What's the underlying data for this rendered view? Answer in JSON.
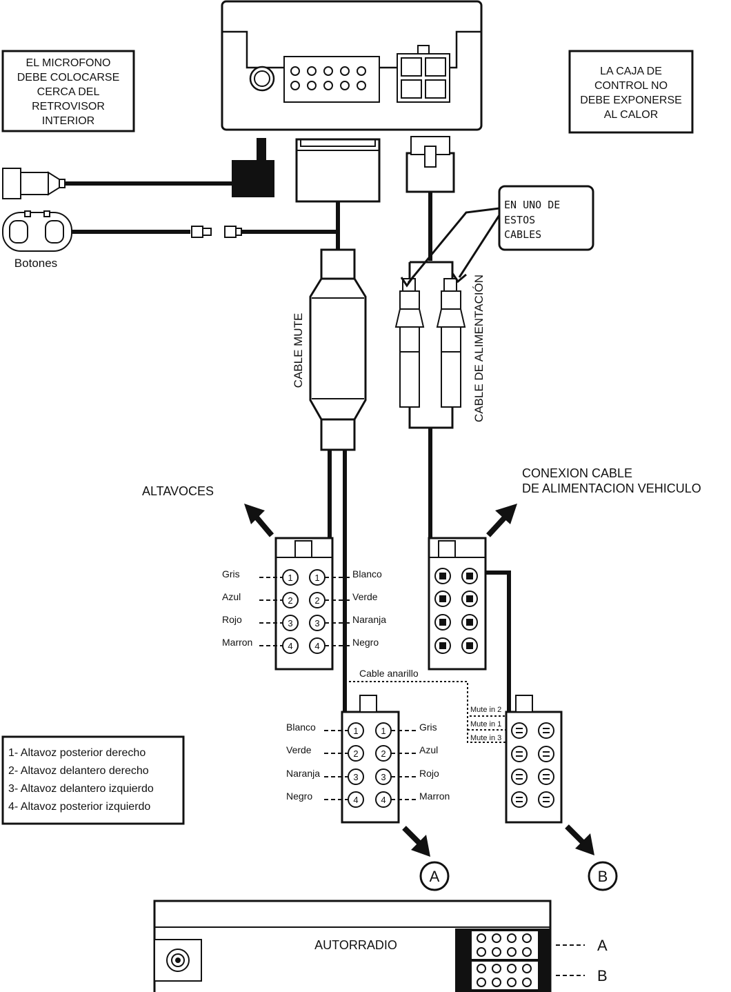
{
  "notes": {
    "microphone": [
      "EL MICROFONO",
      "DEBE COLOCARSE",
      "CERCA DEL",
      "RETROVISOR",
      "INTERIOR"
    ],
    "control_box": [
      "LA CAJA DE",
      "CONTROL NO",
      "DEBE EXPONERSE",
      "AL CALOR"
    ],
    "one_of_cables": [
      "EN UNO DE",
      "ESTOS",
      "CABLES"
    ]
  },
  "labels": {
    "buttons": "Botones",
    "mute_cable": "CABLE MUTE",
    "power_cable": "CABLE DE ALIMENTACIÓN",
    "speakers": "ALTAVOCES",
    "vehicle_power": [
      "CONEXION CABLE",
      "DE ALIMENTACION VEHICULO"
    ],
    "yellow_cable": "Cable anarillo",
    "radio": "AUTORRADIO",
    "port_a": "A",
    "port_b": "B"
  },
  "speaker_connector": {
    "left_wires": [
      "Gris",
      "Azul",
      "Rojo",
      "Marron"
    ],
    "right_wires": [
      "Blanco",
      "Verde",
      "Naranja",
      "Negro"
    ],
    "pins": [
      "1",
      "2",
      "3",
      "4"
    ]
  },
  "connector_a": {
    "left_wires": [
      "Blanco",
      "Verde",
      "Naranja",
      "Negro"
    ],
    "right_wires": [
      "Gris",
      "Azul",
      "Rojo",
      "Marron"
    ],
    "pins": [
      "1",
      "2",
      "3",
      "4"
    ]
  },
  "mute_options": [
    "Mute in 2",
    "Mute in 1",
    "Mute in 3"
  ],
  "legend": [
    "1- Altavoz posterior derecho",
    "2- Altavoz delantero derecho",
    "3- Altavoz delantero izquierdo",
    "4- Altavoz posterior izquierdo"
  ]
}
